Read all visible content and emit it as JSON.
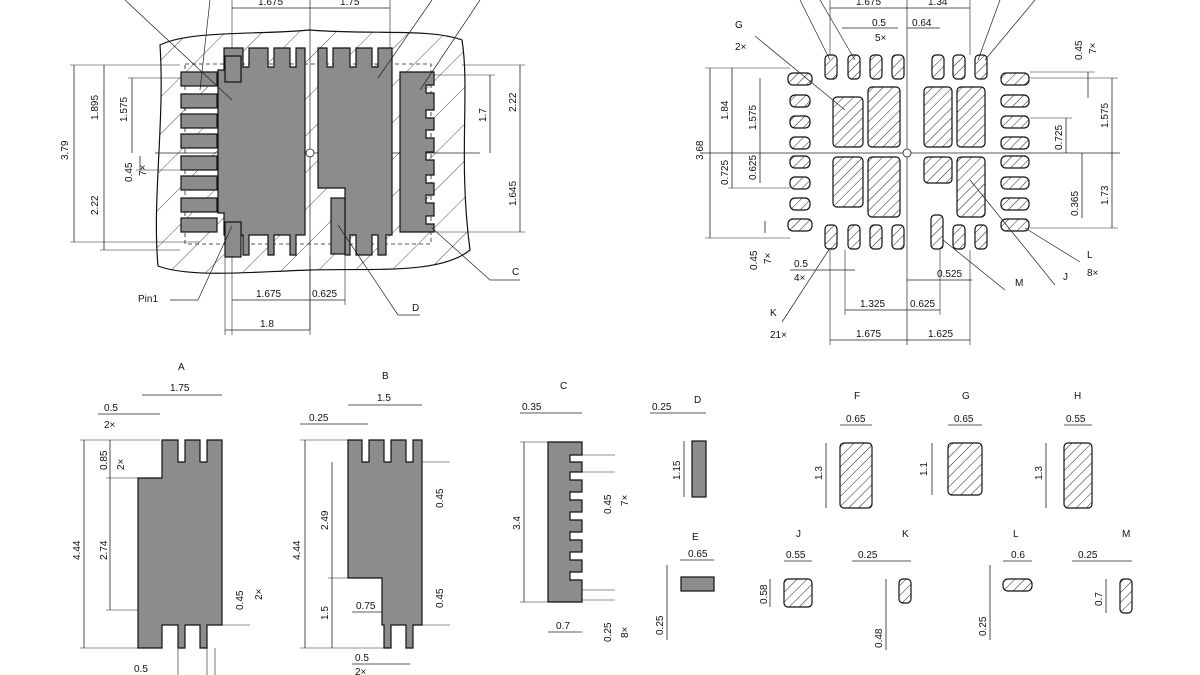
{
  "top_left": {
    "dims": {
      "d_1675_top": "1.675",
      "d_175_top": "1.75",
      "d_379": "3.79",
      "d_1895": "1.895",
      "d_1575": "1.575",
      "d_045_7x_a": "0.45",
      "d_045_7x_b": "7×",
      "d_222_left": "2.22",
      "d_17": "1.7",
      "d_222_right": "2.22",
      "d_1645": "1.645",
      "d_1675_bot": "1.675",
      "d_0625_bot": "0.625",
      "d_18": "1.8"
    },
    "labels": {
      "pin1": "Pin1",
      "c": "C",
      "d": "D"
    }
  },
  "top_right": {
    "dims": {
      "d_1675_top": "1.675",
      "d_134_top": "1.34",
      "d_05": "0.5",
      "d_5x": "5×",
      "d_064": "0.64",
      "d_045_r": "0.45",
      "d_7x_r": "7×",
      "d_184": "1.84",
      "d_1575_l": "1.575",
      "d_368": "3.68",
      "d_0625_l": "0.625",
      "d_0725_l": "0.725",
      "d_1575_r": "1.575",
      "d_0725_r": "0.725",
      "d_0365": "0.365",
      "d_173": "1.73",
      "d_045_l": "0.45",
      "d_7x_l": "7×",
      "d_05_b": "0.5",
      "d_4x": "4×",
      "d_0525": "0.525",
      "d_1325": "1.325",
      "d_0625_b": "0.625",
      "d_1675_b": "1.675",
      "d_1625_b": "1.625"
    },
    "labels": {
      "g": "G",
      "g_mult": "2×",
      "k": "K",
      "k_mult": "21×",
      "l": "L",
      "l_mult": "8×",
      "j": "J",
      "m": "M"
    }
  },
  "details": {
    "A": {
      "title": "A",
      "w": "1.75",
      "t1": "0.5",
      "t1m": "2×",
      "h": "4.44",
      "h1": "0.85",
      "h1m": "2×",
      "h2": "2.74",
      "r": "0.45",
      "rm": "2×",
      "b": "0.5"
    },
    "B": {
      "title": "B",
      "w": "1.5",
      "t1": "0.25",
      "h": "4.44",
      "h1": "2.49",
      "h2": "1.5",
      "mid": "0.75",
      "r1": "0.45",
      "r2": "0.45",
      "b": "0.5",
      "bm": "2×"
    },
    "C": {
      "title": "C",
      "t": "0.35",
      "h": "3.4",
      "r": "0.45",
      "rm": "7×",
      "w": "0.7",
      "rb": "0.25",
      "rbm": "8×"
    },
    "D": {
      "title": "D",
      "t": "0.25",
      "h": "1.15"
    },
    "E": {
      "title": "E",
      "t": "0.65",
      "h": "0.25"
    },
    "F": {
      "title": "F",
      "t": "0.65",
      "h": "1.3"
    },
    "G": {
      "title": "G",
      "t": "0.65",
      "h": "1.1"
    },
    "H": {
      "title": "H",
      "t": "0.55",
      "h": "1.3"
    },
    "J": {
      "title": "J",
      "t": "0.55",
      "h": "0.58"
    },
    "K": {
      "title": "K",
      "t": "0.25",
      "h": "0.48"
    },
    "L": {
      "title": "L",
      "t": "0.6",
      "h": "0.25"
    },
    "M": {
      "title": "M",
      "t": "0.25",
      "h": "0.7"
    }
  }
}
